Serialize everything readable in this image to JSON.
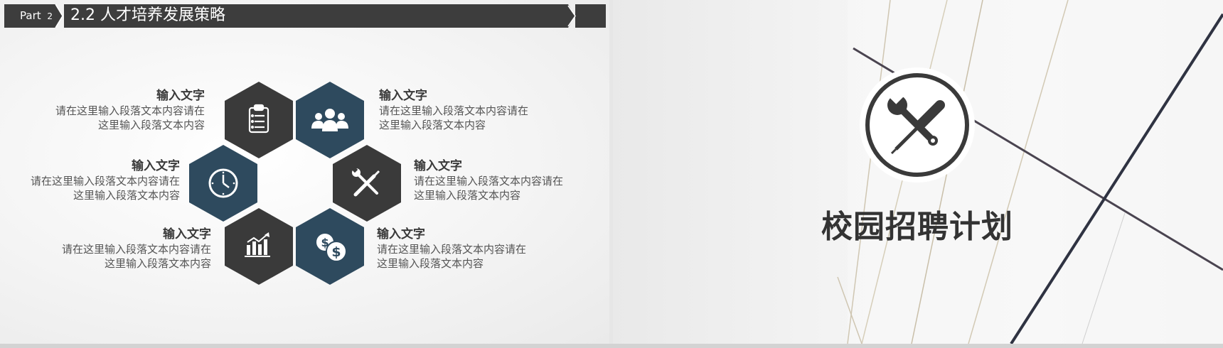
{
  "header": {
    "part_label": "Part",
    "part_number": "2",
    "title": "2.2 人才培养发展策略"
  },
  "items": [
    {
      "title": "输入文字",
      "line1": "请在这里输入段落文本内容请在",
      "line2": "这里输入段落文本内容",
      "icon": "clipboard-icon"
    },
    {
      "title": "输入文字",
      "line1": "请在这里输入段落文本内容请在",
      "line2": "这里输入段落文本内容",
      "icon": "team-icon"
    },
    {
      "title": "输入文字",
      "line1": "请在这里输入段落文本内容请在",
      "line2": "这里输入段落文本内容",
      "icon": "clock-icon"
    },
    {
      "title": "输入文字",
      "line1": "请在这里输入段落文本内容请在",
      "line2": "这里输入段落文本内容",
      "icon": "tools-icon"
    },
    {
      "title": "输入文字",
      "line1": "请在这里输入段落文本内容请在",
      "line2": "这里输入段落文本内容",
      "icon": "bar-chart-icon"
    },
    {
      "title": "输入文字",
      "line1": "请在这里输入段落文本内容请在",
      "line2": "这里输入段落文本内容",
      "icon": "dollar-coins-icon"
    }
  ],
  "right_slide": {
    "title": "校园招聘计划",
    "icon": "wrench-screwdriver-icon"
  },
  "colors": {
    "dark": "#3a3a3a",
    "teal": "#2e4a5e",
    "header_bg": "#3d3d3d",
    "title_text": "#333333"
  }
}
